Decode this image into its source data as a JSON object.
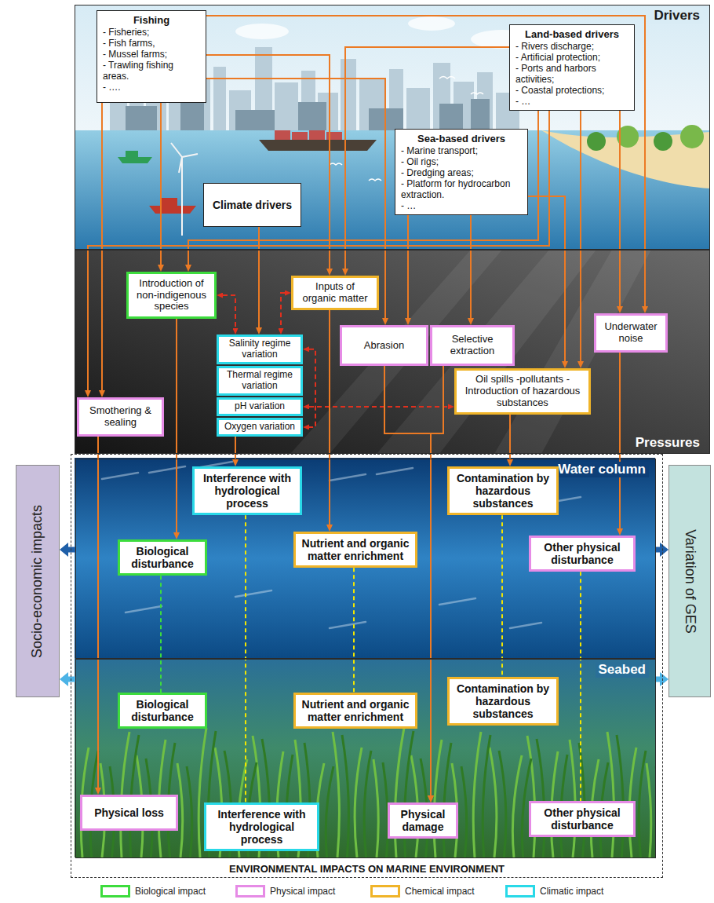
{
  "diagram": {
    "nodes": [
      {
        "text": [
          "Drivers"
        ]
      },
      {
        "text": [
          "Fishing",
          "- Fisheries;",
          "- Fish farms,",
          "- Mussel farms;",
          "- Trawling fishing areas.",
          "- …."
        ],
        "in": 0
      },
      {
        "text": [
          "Land-based drivers",
          "- Rivers discharge;",
          "- Artificial protection;",
          "- Ports and harbors activities;",
          "- Coastal protections;",
          "- …"
        ],
        "in": 0
      },
      {
        "text": [
          "Sea-based drivers",
          "- Marine transport;",
          "- Oil rigs;",
          "- Dredging areas;",
          "- Platform for hydrocarbon extraction.",
          "- …"
        ],
        "in": 0
      },
      {
        "text": [
          "Climate drivers"
        ],
        "in": 0
      },
      {
        "text": [
          "Pressures"
        ]
      },
      {
        "text": [
          "Introduction of non-indigenous species"
        ],
        "in": 5
      },
      {
        "text": [
          "Inputs of organic matter"
        ],
        "in": 5
      },
      {
        "text": [
          "Salinity regime variation"
        ],
        "in": 5
      },
      {
        "text": [
          "Thermal regime variation"
        ],
        "in": 5
      },
      {
        "text": [
          "pH variation"
        ],
        "in": 5
      },
      {
        "text": [
          "Oxygen variation"
        ],
        "in": 5
      },
      {
        "text": [
          "Abrasion"
        ],
        "in": 5
      },
      {
        "text": [
          "Selective extraction"
        ],
        "in": 5
      },
      {
        "text": [
          "Underwater noise"
        ],
        "in": 5
      },
      {
        "text": [
          "Smothering & sealing"
        ],
        "in": 5
      },
      {
        "text": [
          "Oil spills -pollutants - Introduction of hazardous substances"
        ],
        "in": 5
      },
      {
        "text": [
          "ENVIRONMENTAL IMPACTS ON MARINE ENVIRONMENT"
        ]
      },
      {
        "text": [
          "Water column"
        ],
        "in": 17
      },
      {
        "text": [
          "Interference with hydrological process"
        ],
        "in": 18
      },
      {
        "text": [
          "Contamination by hazardous substances"
        ],
        "in": 18
      },
      {
        "text": [
          "Biological disturbance"
        ],
        "in": 18
      },
      {
        "text": [
          "Nutrient and organic matter enrichment"
        ],
        "in": 18
      },
      {
        "text": [
          "Other physical disturbance"
        ],
        "in": 18
      },
      {
        "text": [
          "Seabed"
        ],
        "in": 17
      },
      {
        "text": [
          "Biological disturbance"
        ],
        "in": 24
      },
      {
        "text": [
          "Nutrient and organic matter enrichment"
        ],
        "in": 24
      },
      {
        "text": [
          "Contamination by hazardous substances"
        ],
        "in": 24
      },
      {
        "text": [
          "Physical loss"
        ],
        "in": 24
      },
      {
        "text": [
          "Interference with hydrological process"
        ],
        "in": 24
      },
      {
        "text": [
          "Physical damage"
        ],
        "in": 24
      },
      {
        "text": [
          "Other physical disturbance"
        ],
        "in": 24
      },
      {
        "text": [
          "Socio-economic impacts"
        ]
      },
      {
        "text": [
          "Variation of GES"
        ]
      }
    ],
    "edges": [
      {
        "from": 1,
        "to": 6,
        "arrow": "to"
      },
      {
        "from": 1,
        "to": 15,
        "arrow": "to"
      },
      {
        "from": 1,
        "to": 7,
        "arrow": "to"
      },
      {
        "from": 1,
        "to": 12,
        "arrow": "to"
      },
      {
        "from": 1,
        "to": 14,
        "arrow": "to"
      },
      {
        "from": 2,
        "to": 6,
        "arrow": "to"
      },
      {
        "from": 2,
        "to": 15,
        "arrow": "to"
      },
      {
        "from": 2,
        "to": 7,
        "arrow": "to"
      },
      {
        "from": 2,
        "to": 16,
        "arrow": "to"
      },
      {
        "from": 2,
        "to": 14,
        "arrow": "to"
      },
      {
        "from": 3,
        "to": 12,
        "arrow": "to"
      },
      {
        "from": 3,
        "to": 13,
        "arrow": "to"
      },
      {
        "from": 3,
        "to": 16,
        "arrow": "to"
      },
      {
        "from": 4,
        "to": 8,
        "arrow": "to"
      },
      {
        "from": 6,
        "to": 8,
        "arrow": "both"
      },
      {
        "from": 7,
        "to": 8,
        "arrow": "both"
      },
      {
        "from": 10,
        "to": 16,
        "arrow": "both"
      },
      {
        "from": 8,
        "to": 11,
        "arrow": "both"
      },
      {
        "from": 6,
        "to": 21,
        "arrow": "to"
      },
      {
        "from": 11,
        "to": 19,
        "arrow": "to"
      },
      {
        "from": 7,
        "to": 22,
        "arrow": "to"
      },
      {
        "from": 16,
        "to": 20,
        "arrow": "to"
      },
      {
        "from": 14,
        "to": 23,
        "arrow": "to"
      },
      {
        "from": 15,
        "to": 28,
        "arrow": "to"
      },
      {
        "from": 12,
        "to": 30,
        "arrow": "to"
      },
      {
        "from": 13,
        "to": 30,
        "arrow": "to"
      },
      {
        "from": 21,
        "to": 25,
        "arrow": "none"
      },
      {
        "from": 19,
        "to": 29,
        "arrow": "none"
      },
      {
        "from": 22,
        "to": 26,
        "arrow": "none"
      },
      {
        "from": 20,
        "to": 27,
        "arrow": "none"
      },
      {
        "from": 23,
        "to": 31,
        "arrow": "none"
      },
      {
        "from": 18,
        "to": 32,
        "arrow": "to"
      },
      {
        "from": 24,
        "to": 32,
        "arrow": "to"
      },
      {
        "from": 18,
        "to": 33,
        "arrow": "to"
      },
      {
        "from": 24,
        "to": 33,
        "arrow": "to"
      }
    ],
    "legend": [
      {
        "text": "Biological impact",
        "color": "#3ddc3d"
      },
      {
        "text": "Physical impact",
        "color": "#e68be6"
      },
      {
        "text": "Chemical impact",
        "color": "#f0b429"
      },
      {
        "text": "Climatic impact",
        "color": "#29d9e8"
      }
    ]
  }
}
